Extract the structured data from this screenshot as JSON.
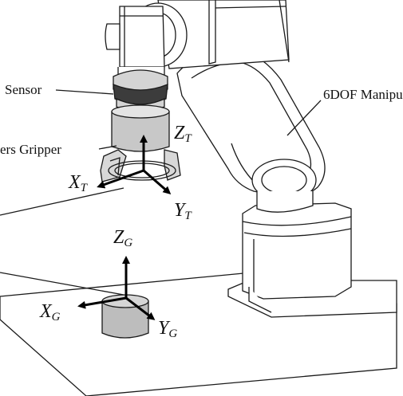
{
  "labels": {
    "sensor": "Sensor",
    "gripper": "ers Gripper",
    "manipulator": "6DOF Manipu"
  },
  "tool_frame": {
    "z": {
      "letter": "Z",
      "sub": "T"
    },
    "x": {
      "letter": "X",
      "sub": "T"
    },
    "y": {
      "letter": "Y",
      "sub": "T"
    }
  },
  "goal_frame": {
    "z": {
      "letter": "Z",
      "sub": "G"
    },
    "x": {
      "letter": "X",
      "sub": "G"
    },
    "y": {
      "letter": "Y",
      "sub": "G"
    }
  },
  "colors": {
    "line": "#1a1a1a",
    "robot_fill": "#ffffff",
    "sensor_band": "#3c3c3c",
    "sensor_top": "#d4d4d4",
    "gripper_body": "#c8c8c8",
    "goal_object": "#bdbdbd",
    "arrow": "#000000"
  }
}
